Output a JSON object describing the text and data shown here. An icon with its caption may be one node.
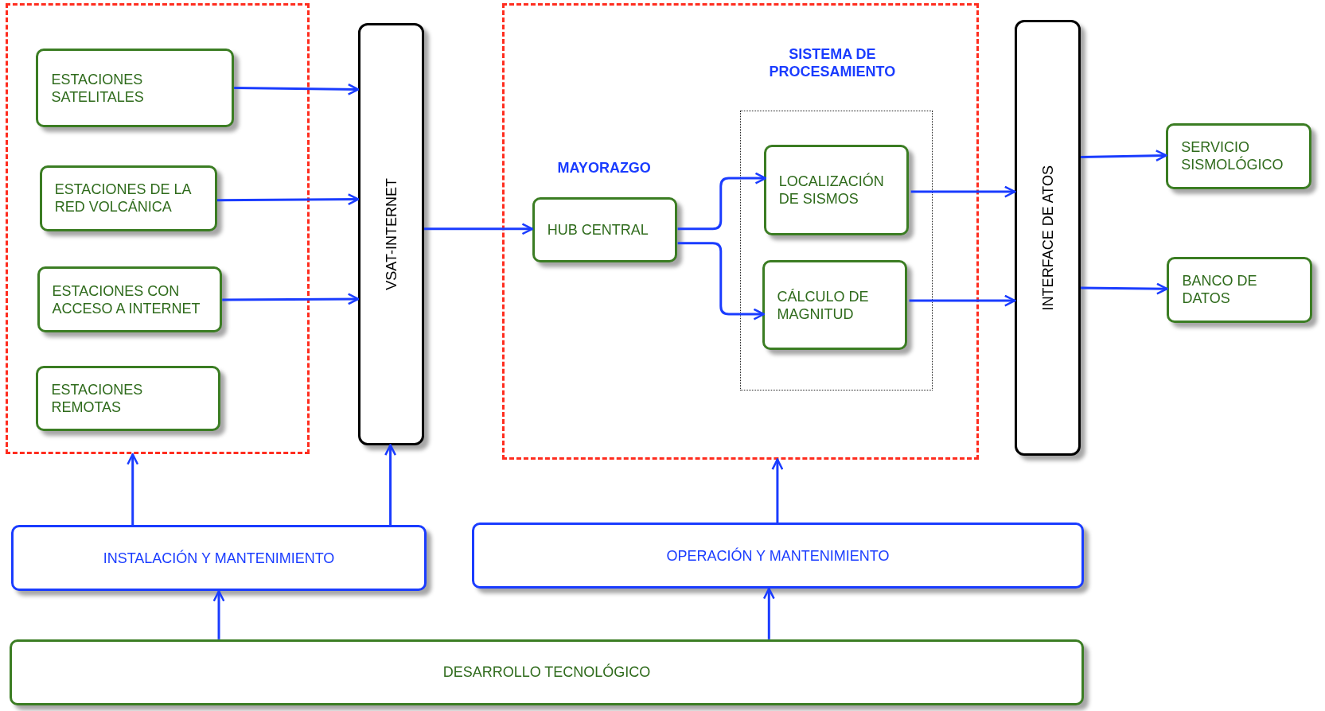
{
  "diagram": {
    "nodes": [
      {
        "text": [],
        "shape": "box"
      },
      {
        "text": [
          "ESTACIONES SATELITALES"
        ],
        "in": 0
      },
      {
        "text": [
          "ESTACIONES DE LA RED VOLCÁNICA"
        ],
        "in": 0
      },
      {
        "text": [
          "ESTACIONES CON ACCESO A INTERNET"
        ],
        "in": 0
      },
      {
        "text": [
          "ESTACIONES REMOTAS"
        ],
        "in": 0
      },
      {
        "text": [
          "VSAT-INTERNET"
        ]
      },
      {
        "text": [],
        "shape": "box"
      },
      {
        "text": [
          "HUB CENTRAL"
        ],
        "in": 6,
        "beside": [
          "MAYORAZGO"
        ]
      },
      {
        "text": [],
        "shape": "box",
        "in": 6,
        "beside": [
          "SISTEMA DE PROCESAMIENTO"
        ]
      },
      {
        "text": [
          "LOCALIZACIÓN DE SISMOS"
        ],
        "in": 8
      },
      {
        "text": [
          "CÁLCULO DE MAGNITUD"
        ],
        "in": 8
      },
      {
        "text": [
          "INTERFACE DE ATOS"
        ]
      },
      {
        "text": [
          "SERVICIO SISMOLÓGICO"
        ]
      },
      {
        "text": [
          "BANCO DE DATOS"
        ]
      },
      {
        "text": [
          "INSTALACIÓN Y MANTENIMIENTO"
        ]
      },
      {
        "text": [
          "OPERACIÓN Y MANTENIMIENTO"
        ]
      },
      {
        "text": [
          "DESARROLLO TECNOLÓGICO"
        ]
      }
    ],
    "edges": [
      {
        "from": 1,
        "to": 5,
        "arrow": "to"
      },
      {
        "from": 2,
        "to": 5,
        "arrow": "to"
      },
      {
        "from": 3,
        "to": 5,
        "arrow": "to"
      },
      {
        "from": 5,
        "to": 7,
        "arrow": "to"
      },
      {
        "from": 7,
        "to": 9,
        "arrow": "to"
      },
      {
        "from": 7,
        "to": 10,
        "arrow": "to"
      },
      {
        "from": 9,
        "to": 11,
        "arrow": "to"
      },
      {
        "from": 10,
        "to": 11,
        "arrow": "to"
      },
      {
        "from": 11,
        "to": 12,
        "arrow": "to"
      },
      {
        "from": 11,
        "to": 13,
        "arrow": "to"
      },
      {
        "from": 14,
        "to": 0,
        "arrow": "to"
      },
      {
        "from": 14,
        "to": 5,
        "arrow": "to"
      },
      {
        "from": 15,
        "to": 6,
        "arrow": "to"
      },
      {
        "from": 16,
        "to": 14,
        "arrow": "to"
      },
      {
        "from": 16,
        "to": 15,
        "arrow": "to"
      }
    ]
  }
}
